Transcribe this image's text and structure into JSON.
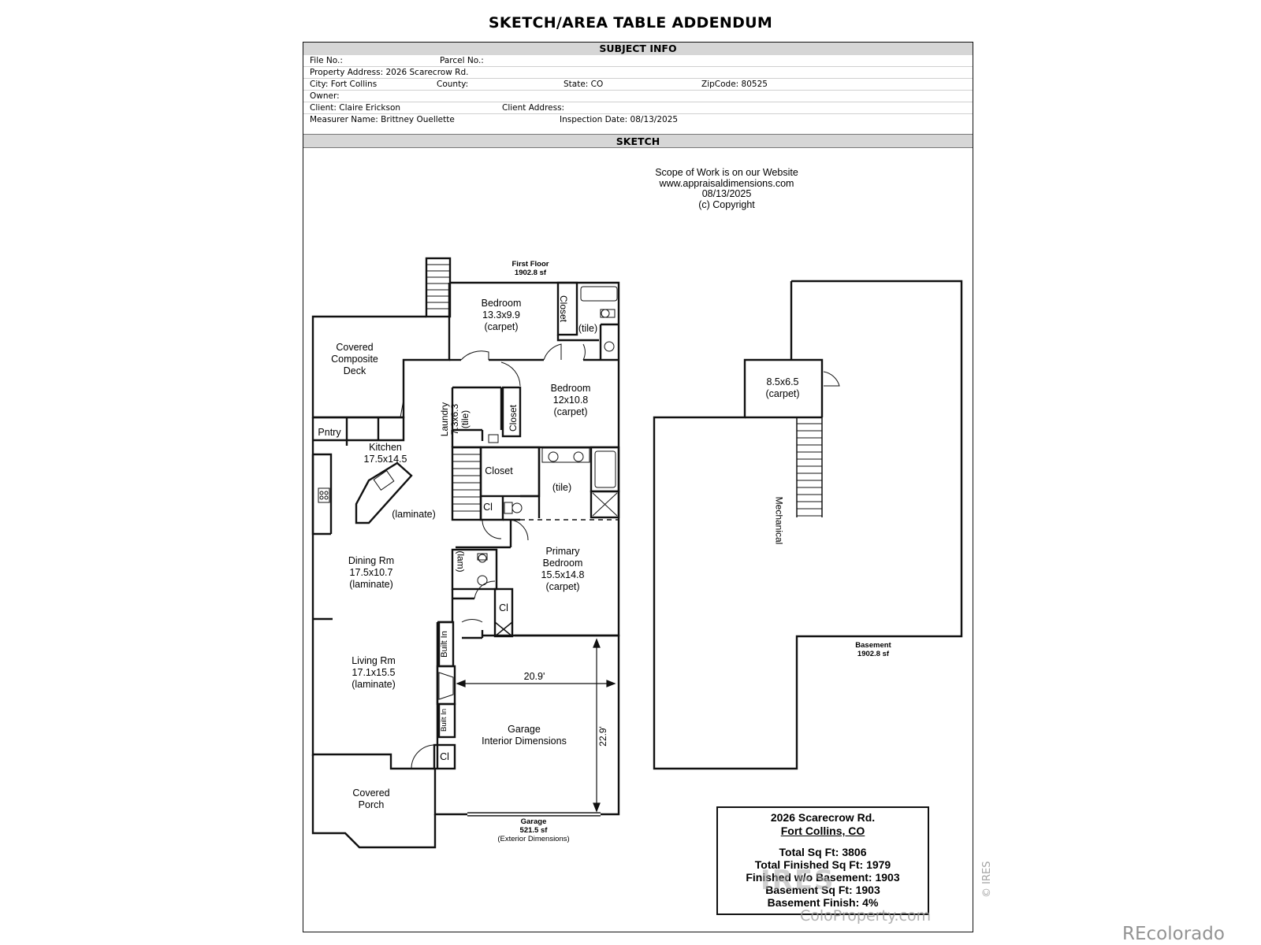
{
  "document_title": "SKETCH/AREA TABLE ADDENDUM",
  "subject_info": {
    "heading": "SUBJECT INFO",
    "file_no_label": "File No.:",
    "parcel_no_label": "Parcel No.:",
    "property_address": "Property Address: 2026 Scarecrow Rd.",
    "city": "City: Fort Collins",
    "county": "County:",
    "state": "State: CO",
    "zipcode": "ZipCode: 80525",
    "owner": "Owner:",
    "client": "Client: Claire Erickson",
    "client_address": "Client Address:",
    "measurer": "Measurer Name: Brittney Ouellette",
    "inspection_date": "Inspection Date: 08/13/2025"
  },
  "sketch": {
    "heading": "SKETCH",
    "scope": {
      "line1": "Scope of Work is on our Website",
      "line2": "www.appraisaldimensions.com",
      "line3": "08/13/2025",
      "line4": "(c) Copyright"
    },
    "first_floor": {
      "name": "First Floor",
      "area": "1902.8 sf"
    },
    "basement": {
      "name": "Basement",
      "area": "1902.8 sf"
    },
    "garage": {
      "name": "Garage",
      "area": "521.5 sf",
      "note": "(Exterior Dimensions)",
      "width": "20.9'",
      "depth": "22.9'",
      "label1": "Garage",
      "label2": "Interior Dimensions"
    },
    "rooms": {
      "bedroom1": {
        "name": "Bedroom",
        "size": "13.3x9.9",
        "floor": "(carpet)"
      },
      "closet_top": "Closet",
      "bath_top": "(tile)",
      "deck": {
        "l1": "Covered",
        "l2": "Composite",
        "l3": "Deck"
      },
      "bedroom2": {
        "name": "Bedroom",
        "size": "12x10.8",
        "floor": "(carpet)"
      },
      "laundry": {
        "name": "Laundry",
        "size": "7.3x6.3",
        "floor": "(tile)"
      },
      "closet_mid": "Closet",
      "pantry": "Pntry",
      "kitchen": {
        "name": "Kitchen",
        "size": "17.5x14.5",
        "floor": "(laminate)"
      },
      "closet_hall": "Closet",
      "bath_mid": "(tile)",
      "cl1": "Cl",
      "dining": {
        "name": "Dining Rm",
        "size": "17.5x10.7",
        "floor": "(laminate)"
      },
      "half_bath": "(lam)",
      "primary": {
        "name1": "Primary",
        "name2": "Bedroom",
        "size": "15.5x14.8",
        "floor": "(carpet)"
      },
      "cl2": "Cl",
      "living": {
        "name": "Living Rm",
        "size": "17.1x15.5",
        "floor": "(laminate)"
      },
      "builtin1": "Built In",
      "builtin2": "Built In",
      "cl3": "Cl",
      "porch": {
        "l1": "Covered",
        "l2": "Porch"
      },
      "basement_room": {
        "size": "8.5x6.5",
        "floor": "(carpet)"
      },
      "mechanical": "Mechanical"
    }
  },
  "summary": {
    "address": "2026 Scarecrow Rd.",
    "city": "Fort Collins, CO",
    "total": "Total Sq Ft:  3806",
    "total_finished": "Total Finished Sq Ft:  1979",
    "finished_wo_basement": "Finished w/o Basement:  1903",
    "basement_sqft": "Basement Sq Ft:  1903",
    "basement_finish": "Basement Finish:  4%"
  },
  "watermarks": {
    "ires": "IRES",
    "coloproperty": "ColoProperty.com",
    "side": "© IRES",
    "recolorado": "REcolorado"
  }
}
